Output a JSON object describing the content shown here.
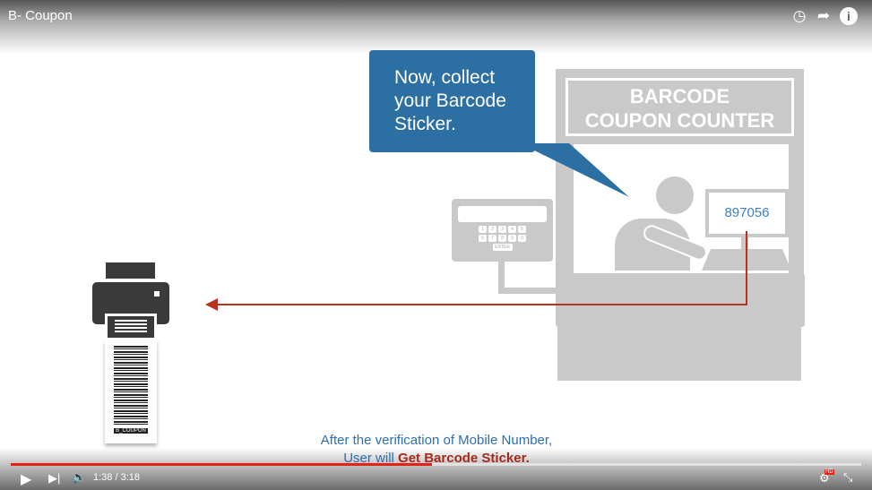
{
  "window": {
    "title": "B- Coupon"
  },
  "top_icons": [
    "clock-icon",
    "share-icon",
    "info-icon"
  ],
  "bubble": {
    "lines": [
      "Now, collect",
      "your Barcode",
      "Sticker."
    ]
  },
  "counter": {
    "sign_line1": "BARCODE",
    "sign_line2": "COUPON COUNTER",
    "monitor_code": "897056"
  },
  "keypad": {
    "row1": [
      "1",
      "2",
      "3",
      "4",
      "5"
    ],
    "row2": [
      "6",
      "7",
      "8",
      "9",
      "0"
    ],
    "enter": "ENTER"
  },
  "sticker": {
    "label": "B_COUPON"
  },
  "caption": {
    "line1": "After the verification of Mobile Number,",
    "line2_prefix": "User will ",
    "line2_bold": "Get Barcode Sticker."
  },
  "player": {
    "time": "1:38 / 3:18",
    "progress": 0.5,
    "hd_badge": "HD"
  },
  "colors": {
    "accent": "#e62117",
    "bubble": "#2b6fa3",
    "arrow": "#b8321f"
  }
}
